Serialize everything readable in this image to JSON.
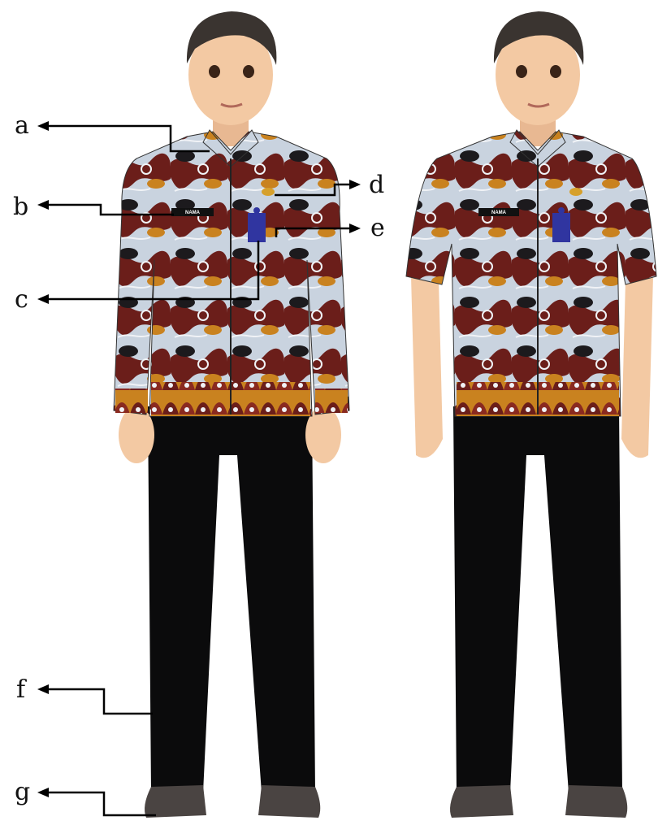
{
  "callouts": [
    {
      "id": "a",
      "label": "a"
    },
    {
      "id": "b",
      "label": "b"
    },
    {
      "id": "c",
      "label": "c"
    },
    {
      "id": "d",
      "label": "d"
    },
    {
      "id": "e",
      "label": "e"
    },
    {
      "id": "f",
      "label": "f"
    },
    {
      "id": "g",
      "label": "g"
    }
  ],
  "figures": {
    "long_sleeve": {
      "nametag": "NAMA"
    },
    "short_sleeve": {
      "nametag": "NAMA"
    }
  },
  "colors": {
    "skin": "#f3c9a3",
    "hair": "#3a3430",
    "batik_cream": "#c9d3df",
    "batik_maroon": "#6b1e1a",
    "batik_orange": "#c9821f",
    "batik_black": "#1c1a1d",
    "trousers": "#0b0b0c",
    "shoes": "#4a4442",
    "name_badge": "#3035a0",
    "nametag_bg": "#111111"
  }
}
